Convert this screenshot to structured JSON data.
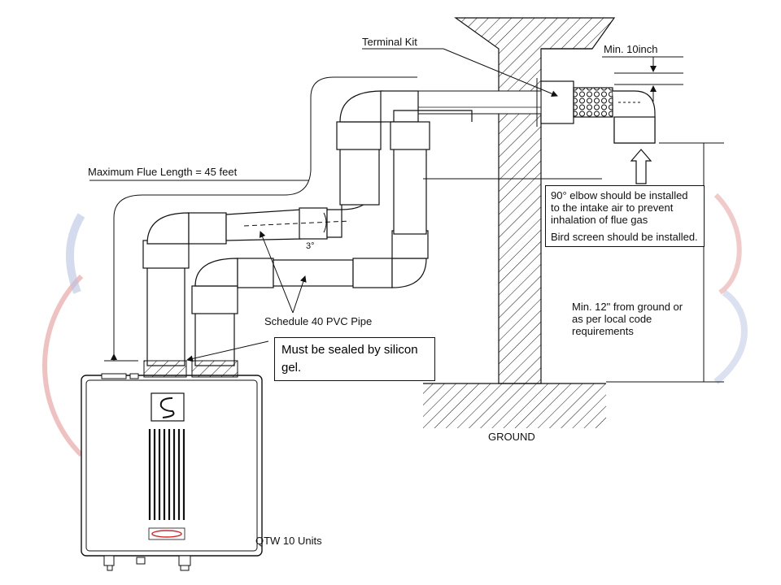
{
  "labels": {
    "terminal_kit": "Terminal Kit",
    "min_10inch": "Min. 10inch",
    "max_flue_length": "Maximum Flue Length = 45 feet",
    "elbow_note_1": "90° elbow should be installed to the intake air to prevent inhalation of flue gas",
    "elbow_note_2": "Bird screen should be installed.",
    "schedule_40": "Schedule 40 PVC Pipe",
    "must_be_sealed": "Must be sealed by silicon gel.",
    "min_12": "Min. 12\" from ground or as per local code requirements",
    "ground": "GROUND",
    "qtw_units": "QTW 10 Units",
    "angle_mark": "3°"
  },
  "colors": {
    "line": "#111111",
    "accent_red": "#d9262b",
    "accent_blue": "#2e5aa8",
    "pipe_fill": "#ffffff"
  }
}
